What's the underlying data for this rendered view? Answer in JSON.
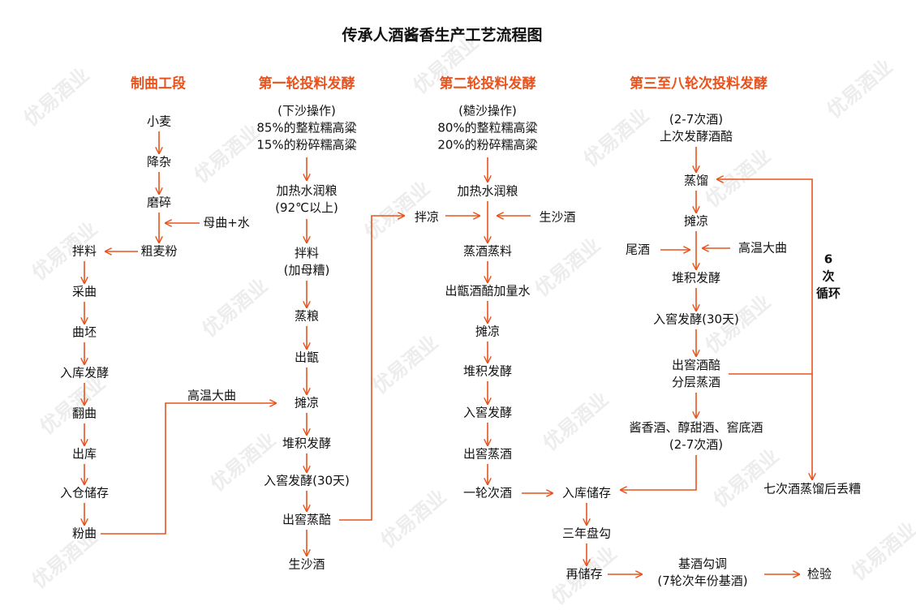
{
  "title": "传承人酒酱香生产工艺流程图",
  "watermark": "优易酒业",
  "colors": {
    "accent": "#e8531d",
    "text": "#111111",
    "background": "#ffffff"
  },
  "sections": {
    "zhiqu": "制曲工段",
    "round1": "第一轮投料发酵",
    "round2": "第二轮投料发酵",
    "round3to8": "第三至八轮次投料发酵"
  },
  "col1": {
    "xiaomai": "小麦",
    "jiangza": "降杂",
    "mosui": "磨碎",
    "muqushui": "母曲+水",
    "cumaifen": "粗麦粉",
    "banliao": "拌料",
    "caiqu": "采曲",
    "qupi": "曲坯",
    "rukufajiao": "入库发酵",
    "fanqu": "翻曲",
    "chuku": "出库",
    "rucangchucun": "入仓储存",
    "fenqu": "粉曲"
  },
  "col2": {
    "op": [
      "(下沙操作)",
      "85%的整粒糯高粱",
      "15%的粉碎糯高粱"
    ],
    "jiare": [
      "加热水润粮",
      "(92℃以上)"
    ],
    "banliao": [
      "拌料",
      "(加母糟)"
    ],
    "zhengliang": "蒸粮",
    "chuzeng": "出甑",
    "tanliang": "摊凉",
    "gaowendaqu": "高温大曲",
    "duiji": "堆积发酵",
    "rujiao": "入窖发酵(30天)",
    "chujiao": "出窖蒸醅",
    "shengshajiu": "生沙酒"
  },
  "col3": {
    "op": [
      "(糙沙操作)",
      "80%的整粒糯高粱",
      "20%的粉碎糯高粱"
    ],
    "jiare": "加热水润粮",
    "banliang": "拌凉",
    "shengshajiu": "生沙酒",
    "zhengjiu": "蒸酒蒸料",
    "chuzeng": "出甑酒醅加量水",
    "tanliang": "摊凉",
    "duiji": "堆积发酵",
    "rujiao": "入窖发酵",
    "chujiao": "出窖蒸酒",
    "yilun": "一轮次酒"
  },
  "col4": {
    "top": [
      "(2-7次酒)",
      "上次发酵酒醅"
    ],
    "zhengliu": "蒸馏",
    "tanliang": "摊凉",
    "weijiu": "尾酒",
    "gaowendaqu": "高温大曲",
    "duiji": "堆积发酵",
    "rujiao": "入窖发酵(30天)",
    "chujiao": [
      "出窖酒醅",
      "分层蒸酒"
    ],
    "jiu": [
      "酱香酒、醇甜酒、窖底酒",
      "(2-7次酒)"
    ],
    "loop": [
      "6",
      "次",
      "循环"
    ],
    "qizao": "七次酒蒸馏后丢糟"
  },
  "bottom": {
    "ruku": "入库储存",
    "gougou": "三年盘勾",
    "zaichucun": "再储存",
    "jijiu": [
      "基酒勾调",
      "(7轮次年份基酒)"
    ],
    "jianyan": "检验"
  }
}
